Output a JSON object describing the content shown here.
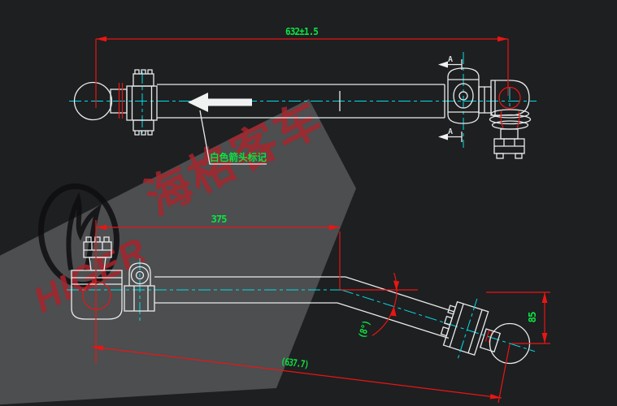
{
  "dimensions": {
    "overall_length": "632±1.5",
    "straight_length": "375",
    "aligned_length": "(637.7)",
    "drop_height": "85",
    "bend_angle": "(8°)"
  },
  "annotations": {
    "arrow_note": "白色箭头标记",
    "section_label_top": "A",
    "section_label_bottom": "A"
  },
  "watermark": {
    "brand_cn": "海格客车",
    "brand_en": "HIGER"
  },
  "colors": {
    "background": "#1e1f21",
    "line_white": "#e9ebeb",
    "centerline_cyan": "#00dfe8",
    "dimension_red": "#ea1513",
    "text_green": "#0ce342",
    "watermark_red": "#a8242c",
    "watermark_band_gray": "#b8bcbc"
  }
}
